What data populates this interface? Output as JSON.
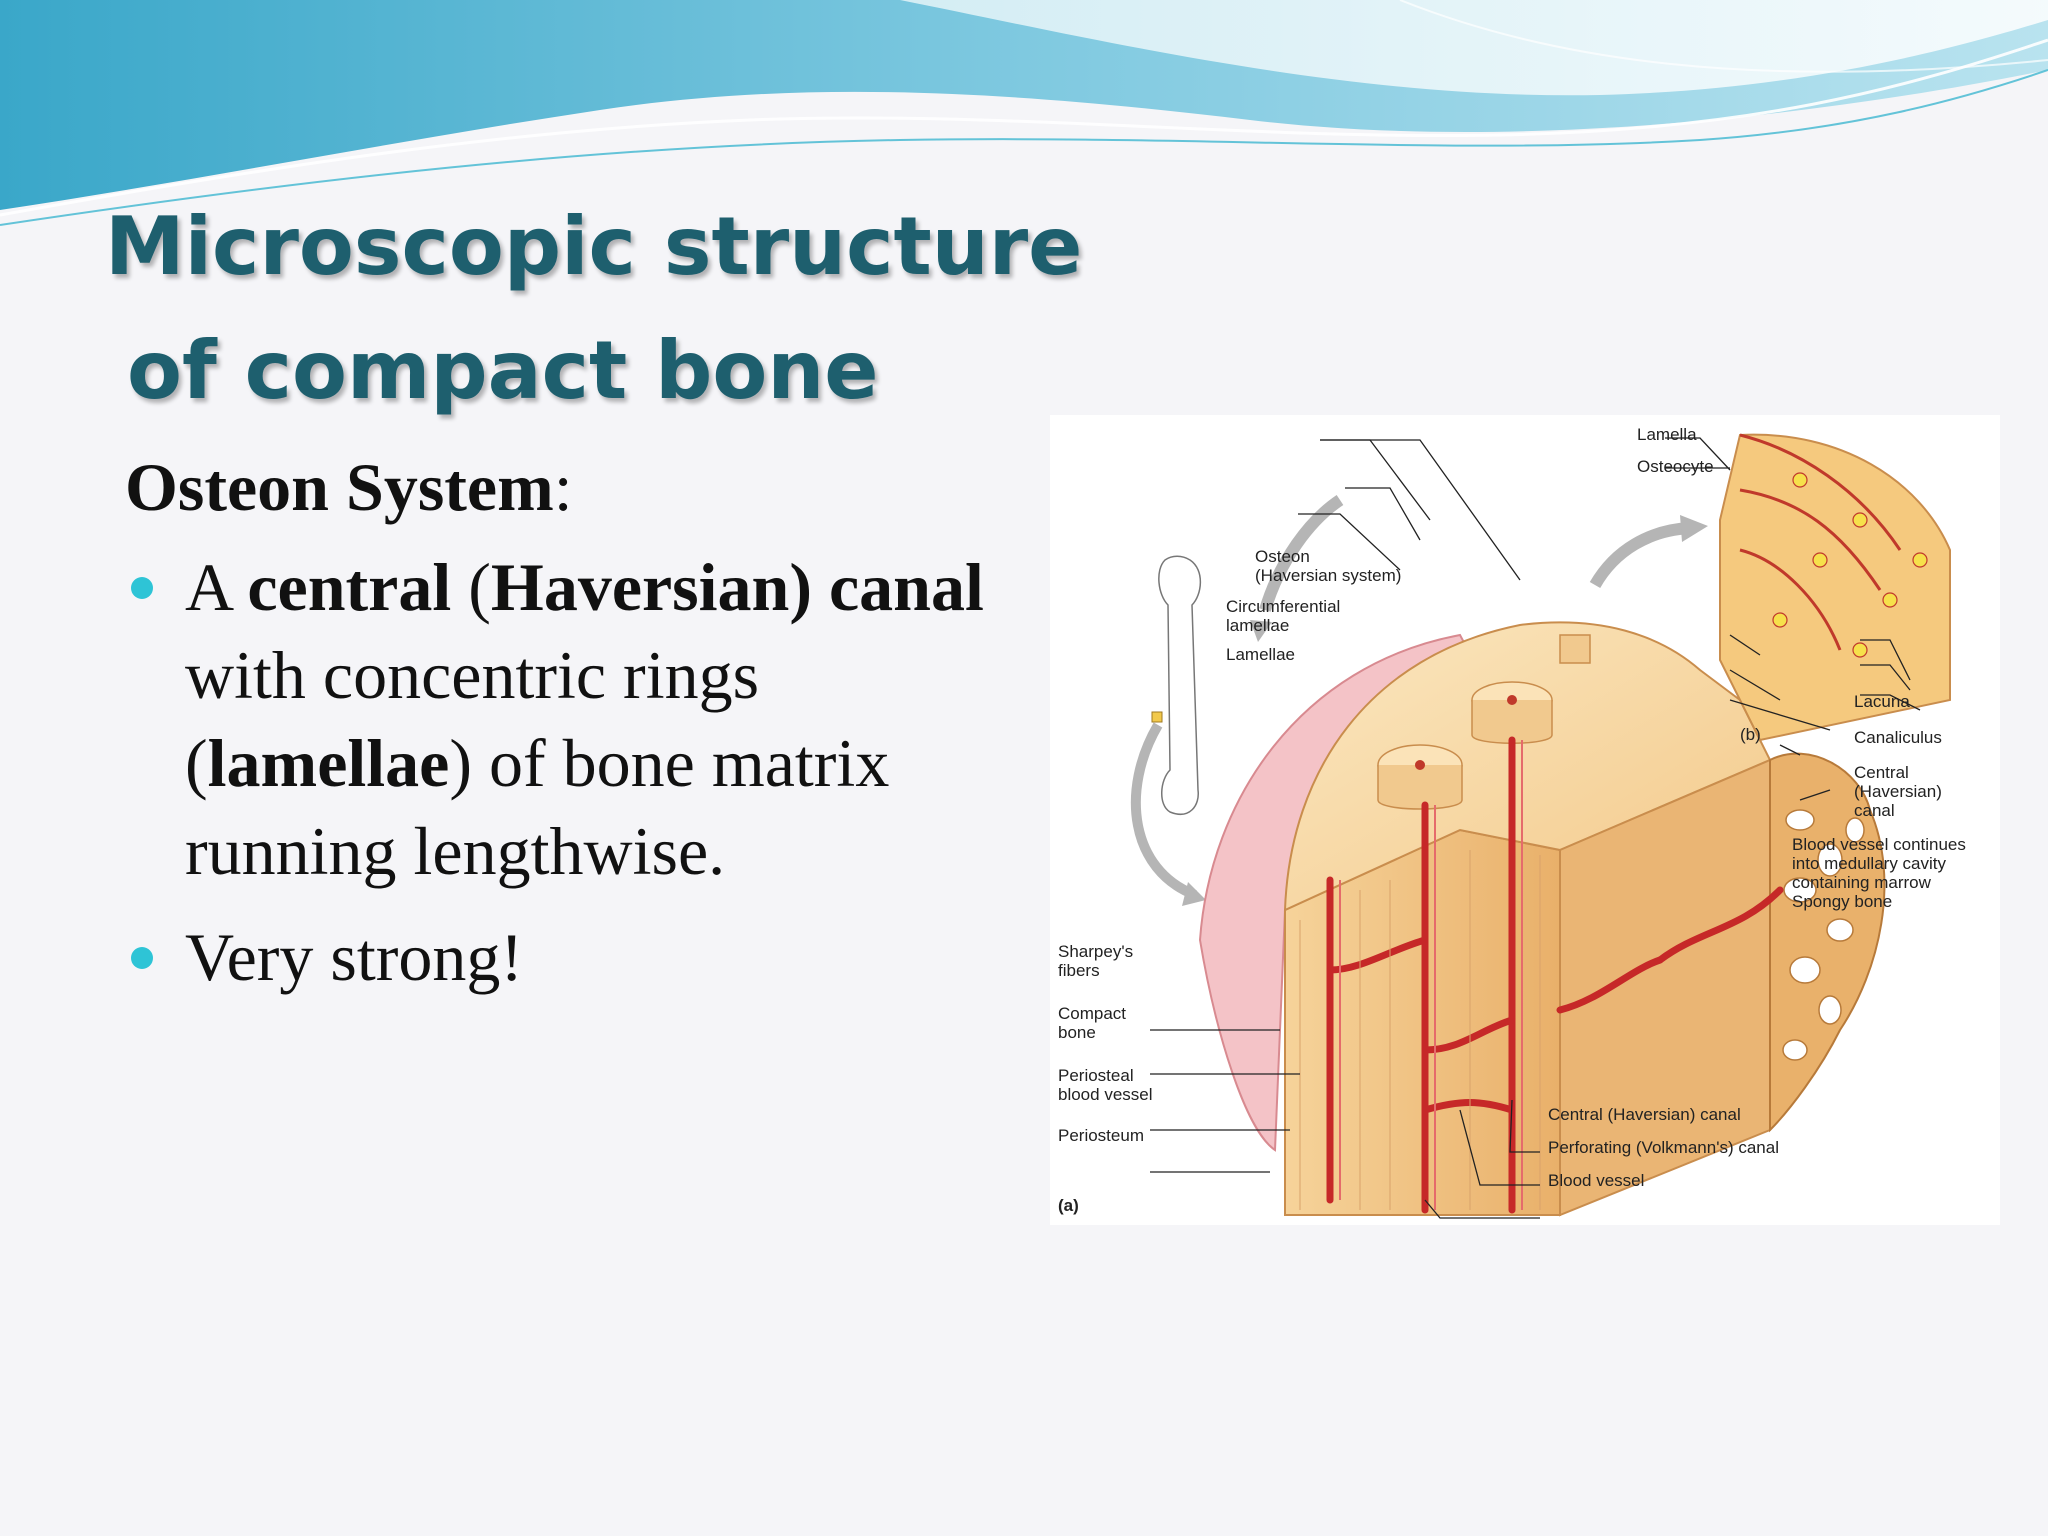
{
  "slide": {
    "title_line1": "Microscopic structure",
    "title_line2": "of compact bone",
    "subhead_bold": "Osteon System",
    "subhead_rest": ":",
    "bullets": [
      {
        "t1": "A ",
        "b1": "central",
        "t2": " (",
        "b2": "Haversian)",
        "t3": " ",
        "b3": "canal",
        "t4": " with concentric rings (",
        "b4": "lamellae",
        "t5": ") of bone matrix running lengthwise."
      },
      {
        "t1": "Very strong!"
      }
    ],
    "colors": {
      "title": "#1e5f6e",
      "bullet": "#2ec4d6",
      "wave": "#5bc3dc"
    }
  },
  "diagram": {
    "labels": {
      "lamella": "Lamella",
      "osteocyte": "Osteocyte",
      "osteon_1": "Osteon",
      "osteon_2": "(Haversian system)",
      "circ_1": "Circumferential",
      "circ_2": "lamellae",
      "lamellae": "Lamellae",
      "lacuna": "Lacuna",
      "canaliculus": "Canaliculus",
      "panel_b": "(b)",
      "central_1": "Central",
      "central_2": "(Haversian)",
      "central_3": "canal",
      "bv_1": "Blood vessel continues",
      "bv_2": "into medullary cavity",
      "bv_3": "containing marrow",
      "spongy": "Spongy bone",
      "sharpey_1": "Sharpey's",
      "sharpey_2": "fibers",
      "compact_1": "Compact",
      "compact_2": "bone",
      "perio_bv_1": "Periosteal",
      "perio_bv_2": "blood vessel",
      "periosteum": "Periosteum",
      "central_canal": "Central (Haversian) canal",
      "perforating": "Perforating (Volkmann's) canal",
      "blood_vessel": "Blood vessel",
      "panel_a": "(a)"
    }
  }
}
